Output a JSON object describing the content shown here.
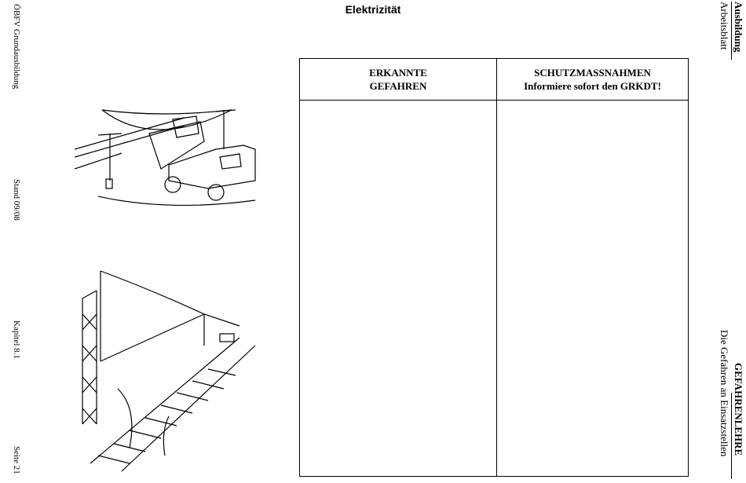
{
  "title": "Elektrizität",
  "left_margin": {
    "org": "ÖBFV Grundausbildung",
    "stand": "Stand 09/08",
    "kapitel": "Kapitel 8.1",
    "seite": "Seite 21"
  },
  "right_margin": {
    "section": "Ausbildung",
    "type": "Arbeitsblatt",
    "subject": "GEFAHRENLEHRE",
    "topic": "Die Gefahren an Einsatzstellen"
  },
  "table": {
    "col1_line1": "ERKANNTE",
    "col1_line2": "GEFAHREN",
    "col2_line1": "SCHUTZMASSNAHMEN",
    "col2_line2": "Informiere sofort den GRKDT!"
  }
}
